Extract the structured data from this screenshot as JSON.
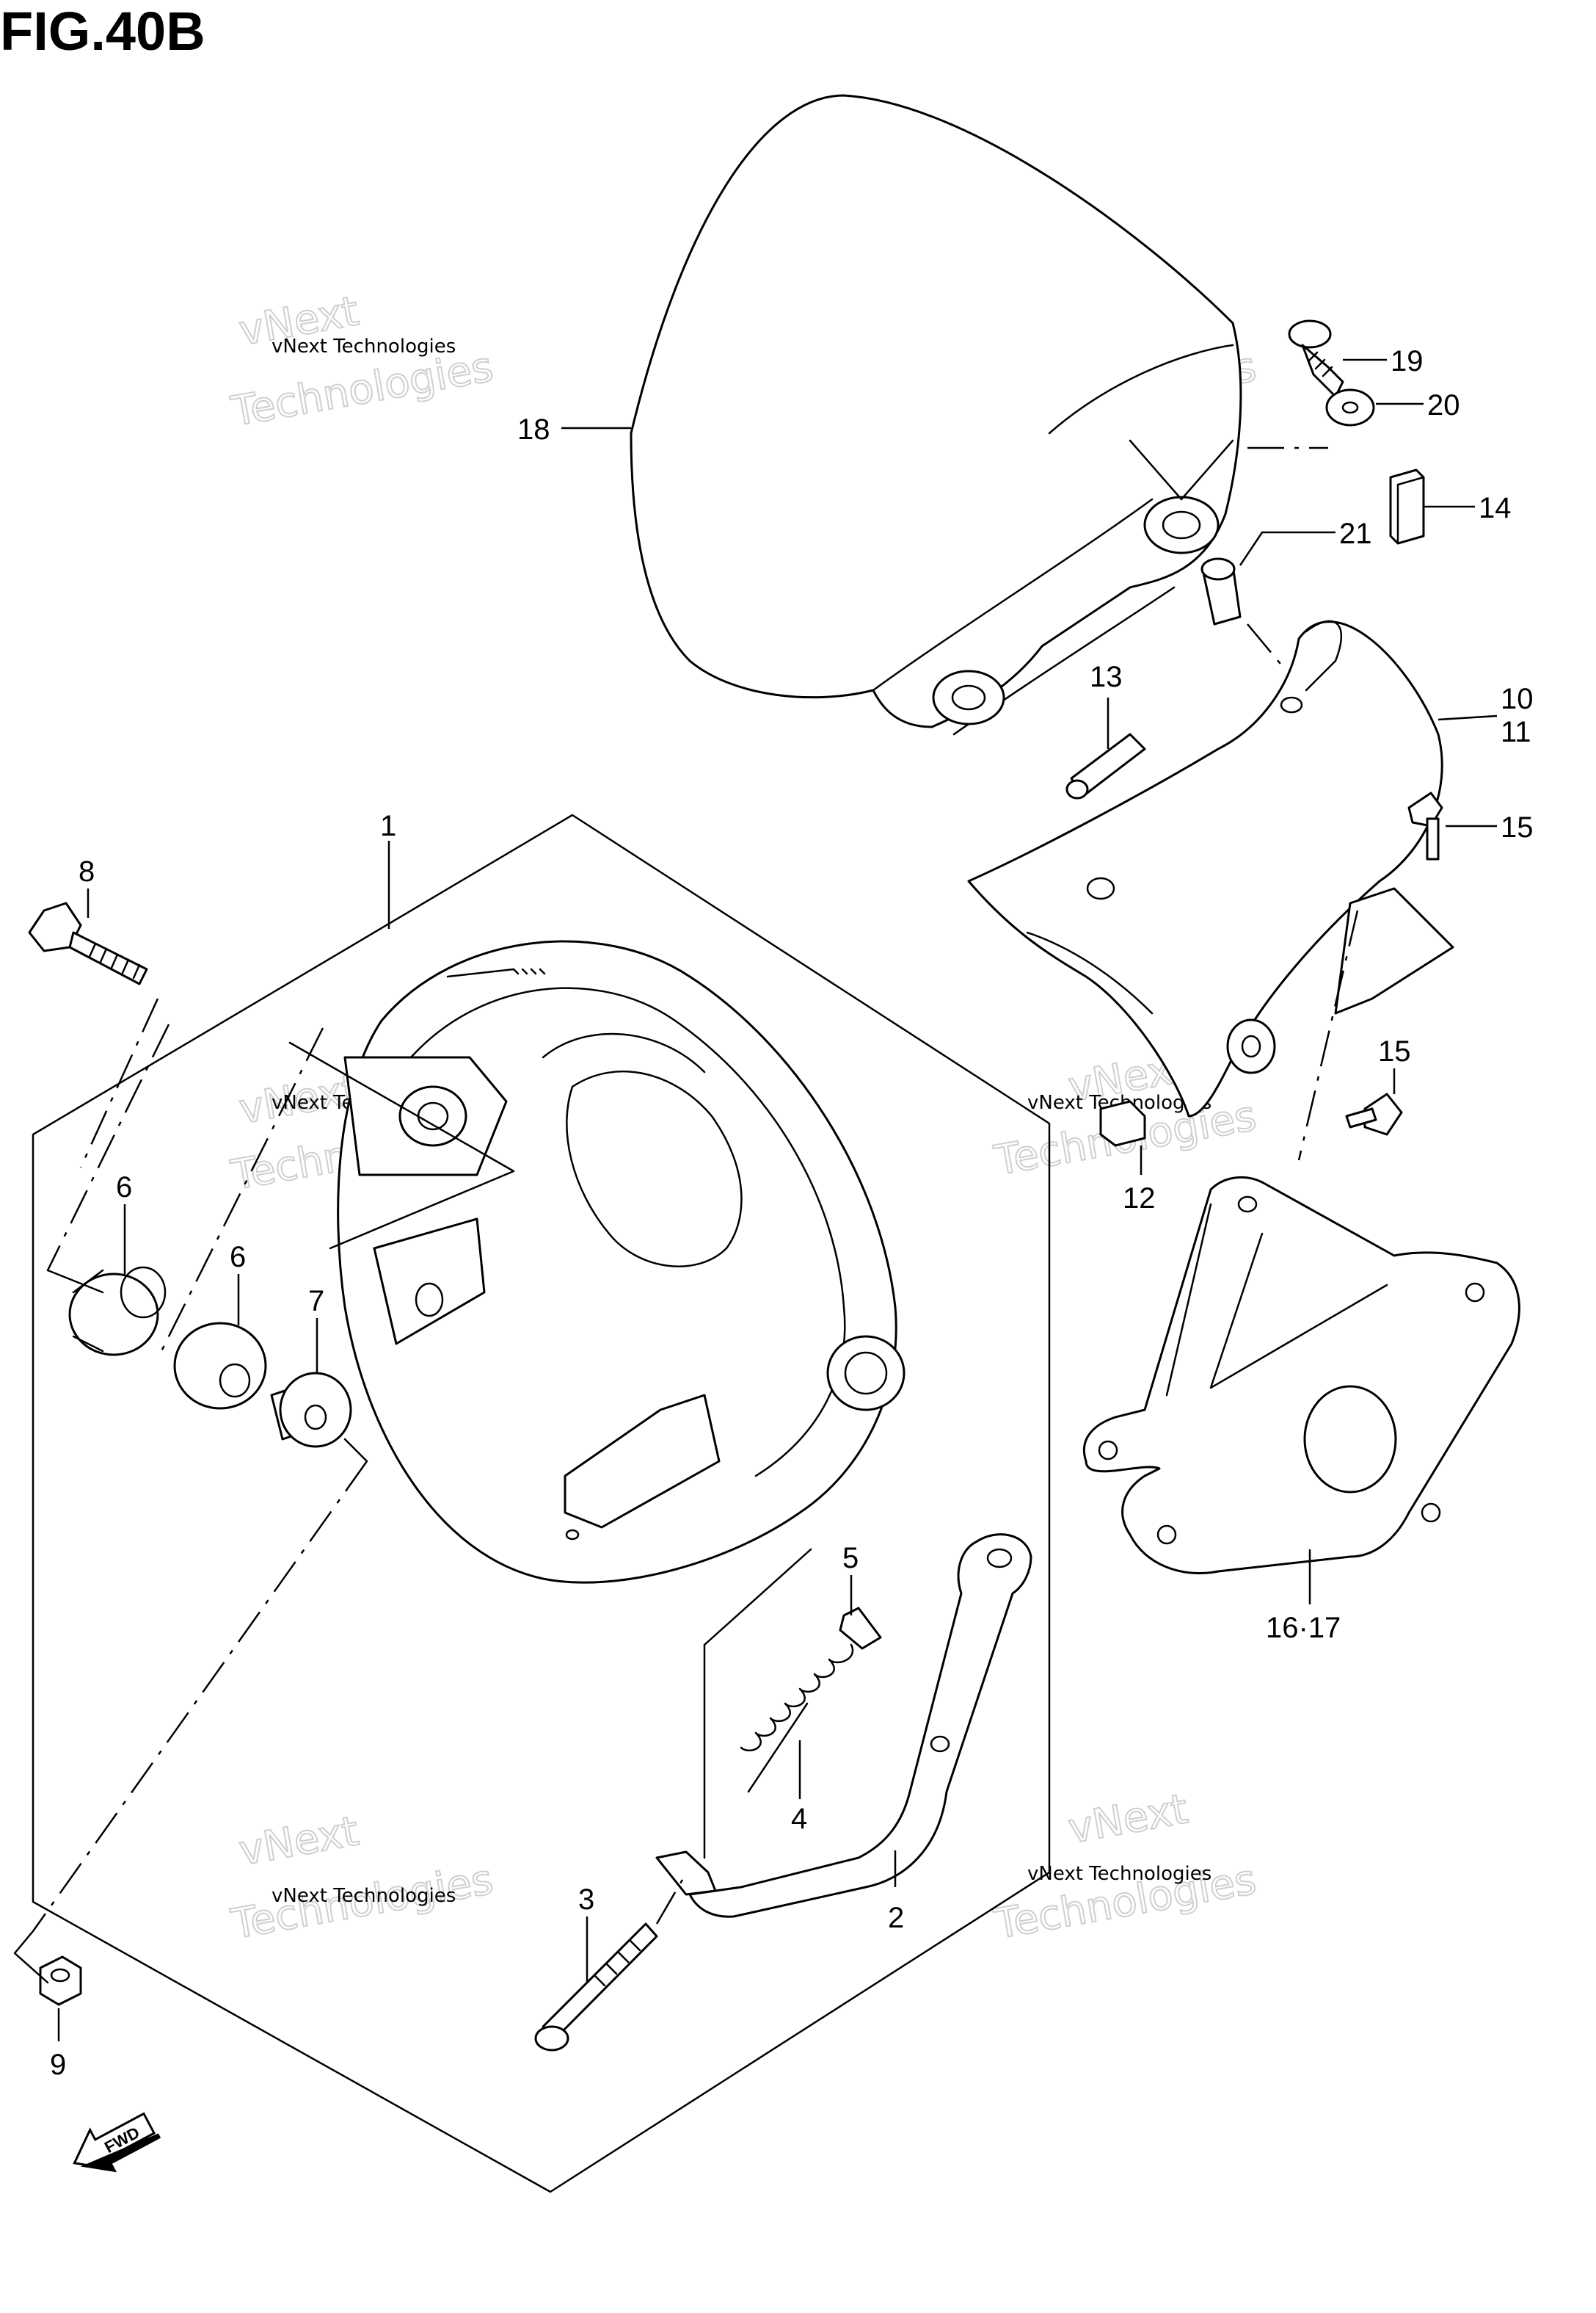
{
  "figure": {
    "title": "FIG.40B"
  },
  "callouts": {
    "c1": "1",
    "c2": "2",
    "c3": "3",
    "c4": "4",
    "c5": "5",
    "c6a": "6",
    "c6b": "6",
    "c7": "7",
    "c8": "8",
    "c9": "9",
    "c10": "10",
    "c11": "11",
    "c12": "12",
    "c13": "13",
    "c14": "14",
    "c15a": "15",
    "c15b": "15",
    "c16_17": "16·17",
    "c18": "18",
    "c19": "19",
    "c20": "20",
    "c21": "21"
  },
  "watermark": {
    "small": "vNext Technologies",
    "big_line1": "vNext",
    "big_line2": "Technologies"
  },
  "fwd_label": "FWD"
}
